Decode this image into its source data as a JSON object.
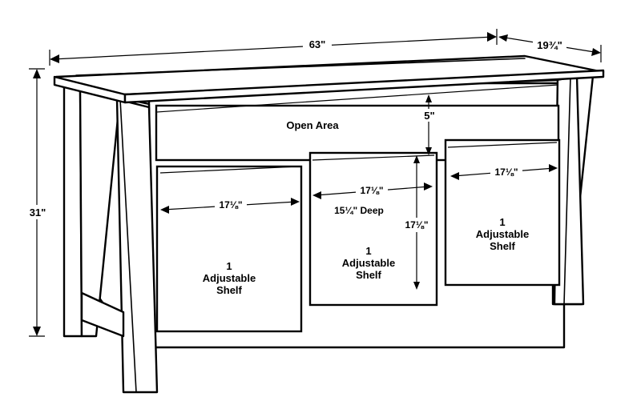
{
  "dimensions": {
    "width": "63\"",
    "depth": "19¾\"",
    "height": "31\"",
    "open_area_height": "5\"",
    "left_shelf_width": "17⅛\"",
    "center_shelf_width": "17⅛\"",
    "right_shelf_width": "17⅛\"",
    "center_height": "17⅛\"",
    "interior_depth": "15¼\" Deep"
  },
  "labels": {
    "open_area": "Open Area",
    "shelf_count": "1",
    "shelf_line1": "Adjustable",
    "shelf_line2": "Shelf"
  }
}
